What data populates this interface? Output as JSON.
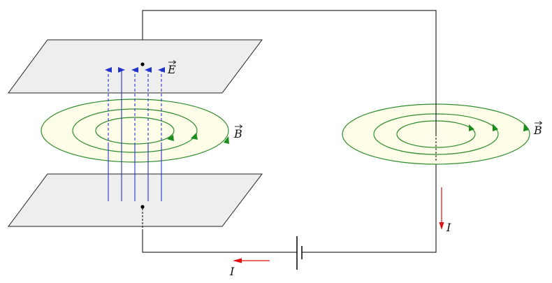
{
  "labels": {
    "electric_field": "E",
    "magnetic_field_left": "B",
    "magnetic_field_right": "B",
    "current_right": "I",
    "current_bottom": "I"
  },
  "colors": {
    "wire": "#000000",
    "plate_fill": "#eeeeee",
    "plate_stroke": "#222222",
    "field_line_fill": "#fdfde8",
    "field_line_stroke": "#2e8b2e",
    "arrowhead_green": "#1a8c1a",
    "electric_field_line": "#2233cc",
    "current_arrow": "#dd1111"
  }
}
